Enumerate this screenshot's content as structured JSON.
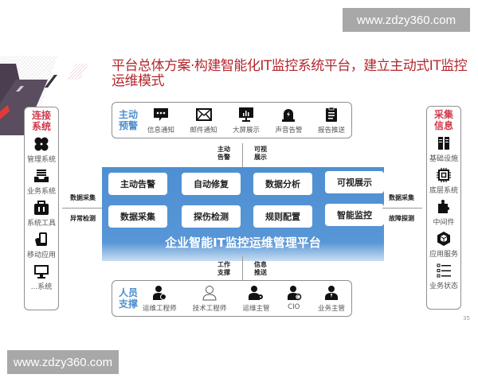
{
  "watermark": {
    "top": "www.zdzy360.com",
    "bottom": "www.zdzy360.com"
  },
  "title": "平台总体方案·构建智能化IT监控系统平台，建立主动式IT监控运维模式",
  "left_panel": {
    "heading_line1": "连接",
    "heading_line2": "系统",
    "items": [
      {
        "icon": "clover-icon",
        "label": "管理系统"
      },
      {
        "icon": "inbox-icon",
        "label": "业务系统"
      },
      {
        "icon": "toolbox-icon",
        "label": "系统工具"
      },
      {
        "icon": "mobile-hand-icon",
        "label": "移动应用"
      },
      {
        "icon": "monitor-icon",
        "label": "...系统"
      }
    ]
  },
  "right_panel": {
    "heading_line1": "采集",
    "heading_line2": "信息",
    "items": [
      {
        "icon": "server-icon",
        "label": "基础设施"
      },
      {
        "icon": "chip-icon",
        "label": "底层系统"
      },
      {
        "icon": "puzzle-icon",
        "label": "中间件"
      },
      {
        "icon": "cube-icon",
        "label": "应用服务"
      },
      {
        "icon": "list-icon",
        "label": "业务状态"
      }
    ]
  },
  "left_link": {
    "top": "数据采集",
    "bottom": "异常检测"
  },
  "right_link": {
    "top": "数据采集",
    "bottom": "故障探测"
  },
  "top_box": {
    "heading_line1": "主动",
    "heading_line2": "预警",
    "items": [
      {
        "icon": "chat-bubble-icon",
        "label": "信息通知"
      },
      {
        "icon": "envelope-icon",
        "label": "邮件通知"
      },
      {
        "icon": "bar-chart-monitor-icon",
        "label": "大屏展示"
      },
      {
        "icon": "siren-icon",
        "label": "声音告警"
      },
      {
        "icon": "clipboard-icon",
        "label": "报告推送"
      }
    ]
  },
  "top_link": {
    "left_line1": "主动",
    "left_line2": "告警",
    "right_line1": "可视",
    "right_line2": "展示"
  },
  "platform": {
    "title": "企业智能IT监控运维管理平台",
    "modules": [
      "主动告警",
      "自动修复",
      "数据分析",
      "可视展示",
      "数据采集",
      "探伤检测",
      "规则配置",
      "智能监控"
    ]
  },
  "bottom_link": {
    "left_line1": "工作",
    "left_line2": "支撑",
    "right_line1": "信息",
    "right_line2": "推送"
  },
  "bottom_box": {
    "heading_line1": "人员",
    "heading_line2": "支撑",
    "items": [
      {
        "icon": "ops-engineer-icon",
        "label": "运维工程师"
      },
      {
        "icon": "tech-engineer-icon",
        "label": "技术工程师"
      },
      {
        "icon": "ops-manager-icon",
        "label": "运维主管"
      },
      {
        "icon": "cio-icon",
        "label": "CIO"
      },
      {
        "icon": "business-manager-icon",
        "label": "业务主管"
      }
    ]
  },
  "page_number": "35",
  "colors": {
    "title_red": "#b3272d",
    "heading_pink": "#d0394b",
    "heading_blue": "#4f8fcd",
    "platform_blue": "#4e8fd2"
  }
}
